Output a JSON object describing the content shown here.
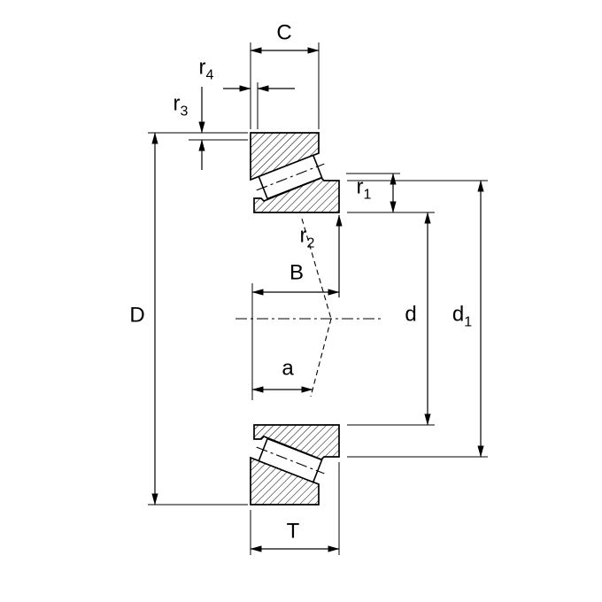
{
  "page": {
    "background_color": "#ffffff",
    "line_color": "#000000",
    "hatch_color": "#000000"
  },
  "diagram": {
    "type": "technical-drawing",
    "subject": "tapered-roller-bearing-cross-section",
    "labels": {
      "C": {
        "base": "C",
        "sub": ""
      },
      "r4": {
        "base": "r",
        "sub": "4"
      },
      "r3": {
        "base": "r",
        "sub": "3"
      },
      "D": {
        "base": "D",
        "sub": ""
      },
      "r1": {
        "base": "r",
        "sub": "1"
      },
      "r2": {
        "base": "r",
        "sub": "2"
      },
      "B": {
        "base": "B",
        "sub": ""
      },
      "a": {
        "base": "a",
        "sub": ""
      },
      "d": {
        "base": "d",
        "sub": ""
      },
      "d1": {
        "base": "d",
        "sub": "1"
      },
      "T": {
        "base": "T",
        "sub": ""
      }
    }
  }
}
